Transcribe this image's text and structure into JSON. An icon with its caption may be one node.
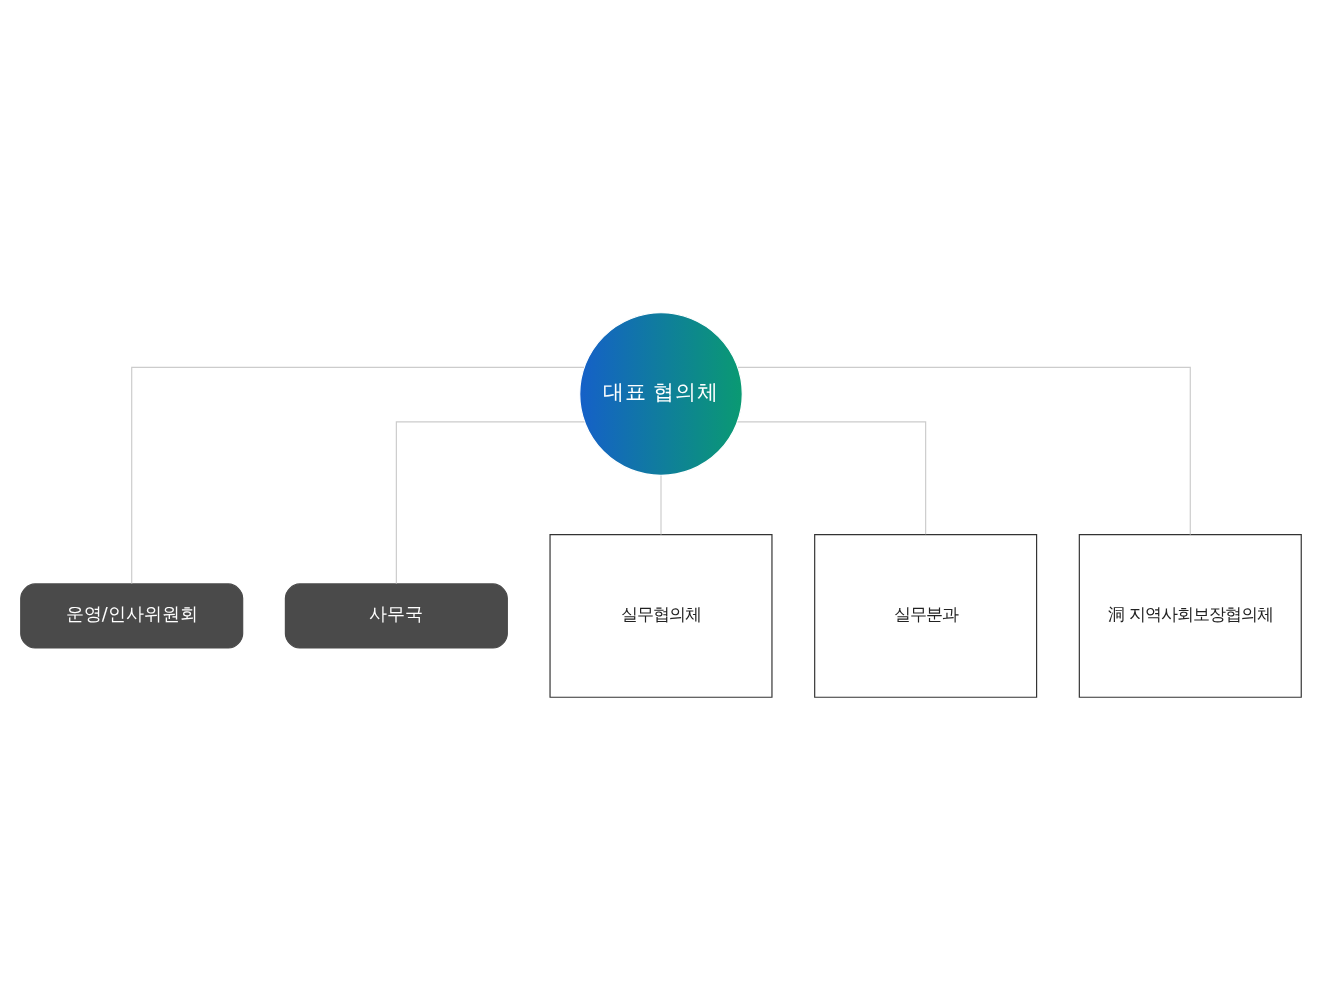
{
  "diagram": {
    "nodes": [
      {
        "text": [
          "대표 협의체"
        ]
      },
      {
        "text": [
          "운영/인사위원회"
        ]
      },
      {
        "text": [
          "사무국"
        ]
      },
      {
        "text": [
          "실무협의체"
        ]
      },
      {
        "text": [
          "실무분과"
        ]
      },
      {
        "text": [
          "洞 지역사회보장협의체"
        ]
      }
    ],
    "edges": [
      {
        "from": 0,
        "to": 1,
        "arrow": "none"
      },
      {
        "from": 0,
        "to": 2,
        "arrow": "none"
      },
      {
        "from": 0,
        "to": 3,
        "arrow": "none"
      },
      {
        "from": 0,
        "to": 4,
        "arrow": "none"
      },
      {
        "from": 0,
        "to": 5,
        "arrow": "none"
      }
    ]
  }
}
